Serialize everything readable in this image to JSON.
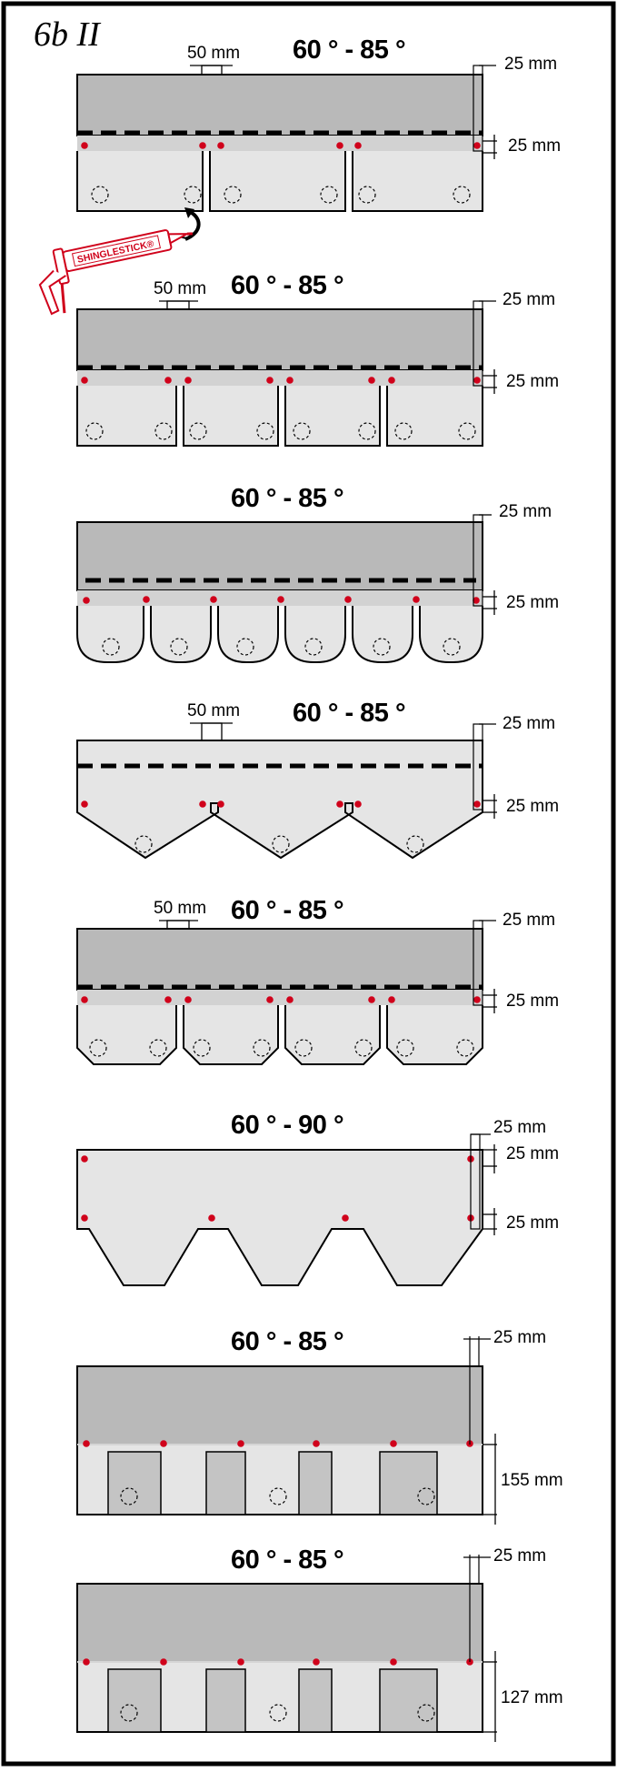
{
  "heading": "6b II",
  "tube_label": "SHINGLESTICK®",
  "colors": {
    "dark": "#b9b9b9",
    "light": "#e5e5e5",
    "nail": "#d0021b",
    "stroke": "#000000"
  },
  "panels": [
    {
      "angle": "60 ° - 85 °",
      "overlap": "50 mm",
      "side_top": "25 mm",
      "side_bottom": "25 mm"
    },
    {
      "angle": "60 ° - 85 °",
      "overlap": "50 mm",
      "side_top": "25 mm",
      "side_bottom": "25 mm"
    },
    {
      "angle": "60 ° - 85 °",
      "side_top": "25 mm",
      "side_bottom": "25 mm"
    },
    {
      "angle": "60 ° - 85 °",
      "overlap": "50 mm",
      "side_top": "25 mm",
      "side_bottom": "25 mm"
    },
    {
      "angle": "60 ° - 85 °",
      "overlap": "50 mm",
      "side_top": "25 mm",
      "side_bottom": "25 mm"
    },
    {
      "angle": "60 ° - 90 °",
      "side_top": "25 mm",
      "side_mid": "25 mm",
      "side_bottom": "25 mm"
    },
    {
      "angle": "60 ° - 85 °",
      "side_top": "25 mm",
      "height": "155 mm"
    },
    {
      "angle": "60 ° - 85 °",
      "side_top": "25 mm",
      "height": "127 mm"
    }
  ]
}
